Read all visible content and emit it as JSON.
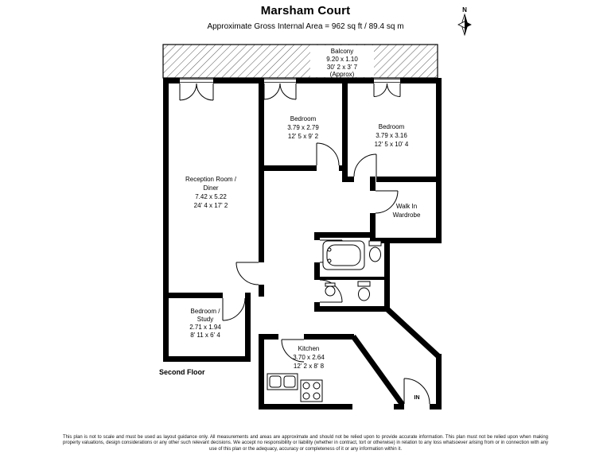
{
  "header": {
    "title": "Marsham Court",
    "subtitle": "Approximate Gross Internal Area = 962 sq ft / 89.4 sq m"
  },
  "compass": {
    "north": "N"
  },
  "rooms": {
    "balcony": {
      "name": "Balcony",
      "metric": "9.20 x 1.10",
      "imperial": "30' 2 x 3' 7",
      "note": "(Approx)"
    },
    "bedroom_mid": {
      "name": "Bedroom",
      "metric": "3.79 x 2.79",
      "imperial": "12' 5 x 9' 2"
    },
    "bedroom_right": {
      "name": "Bedroom",
      "metric": "3.79 x 3.16",
      "imperial": "12' 5 x 10' 4"
    },
    "reception": {
      "name_line1": "Reception Room /",
      "name_line2": "Diner",
      "metric": "7.42 x 5.22",
      "imperial": "24' 4 x 17' 2"
    },
    "wardrobe": {
      "name_line1": "Walk In",
      "name_line2": "Wardrobe"
    },
    "study": {
      "name_line1": "Bedroom /",
      "name_line2": "Study",
      "metric": "2.71 x 1.94",
      "imperial": "8' 11 x 6' 4"
    },
    "kitchen": {
      "name": "Kitchen",
      "metric": "3.70 x 2.64",
      "imperial": "12' 2 x 8' 8"
    }
  },
  "labels": {
    "floor": "Second Floor",
    "entrance": "IN"
  },
  "disclaimer": {
    "text": "This plan is not to scale and must be used as layout guidance only. All measurements and areas are approximate and should not be relied upon to provide accurate information. This plan must not be relied upon when making property valuations, design considerations or any other such relevant decisions. We accept no responsibility or liability (whether in contract, tort or otherwise) in relation to any loss whatsoever arising from or in connection with any use of this plan or the adequacy, accuracy or completeness of it or any information within it."
  },
  "colors": {
    "wall": "#000000",
    "background": "#ffffff",
    "hatch": "#555555"
  }
}
